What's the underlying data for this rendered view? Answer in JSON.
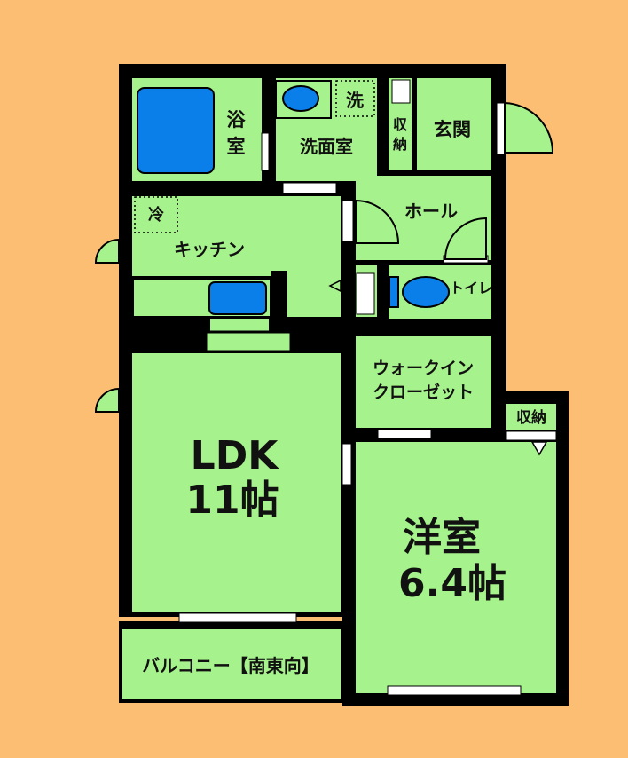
{
  "colors": {
    "background": "#FBBE73",
    "floor": "#A6F28C",
    "wall": "#000000",
    "fixture": "#0A7FEA",
    "window": "#FFFFFF"
  },
  "rooms": {
    "bath": "浴室",
    "washroom": "洗面室",
    "laundry": "洗",
    "storage_entry": "収納",
    "entrance": "玄関",
    "fridge": "冷",
    "kitchen": "キッチン",
    "hall": "ホール",
    "toilet": "トイレ",
    "walkin_closet_line1": "ウォークイン",
    "walkin_closet_line2": "クローゼット",
    "storage_bedroom": "収納",
    "ldk_name": "LDK",
    "ldk_size": "11帖",
    "western_room_name": "洋室",
    "western_room_size": "6.4帖",
    "balcony": "バルコニー【南東向】"
  }
}
